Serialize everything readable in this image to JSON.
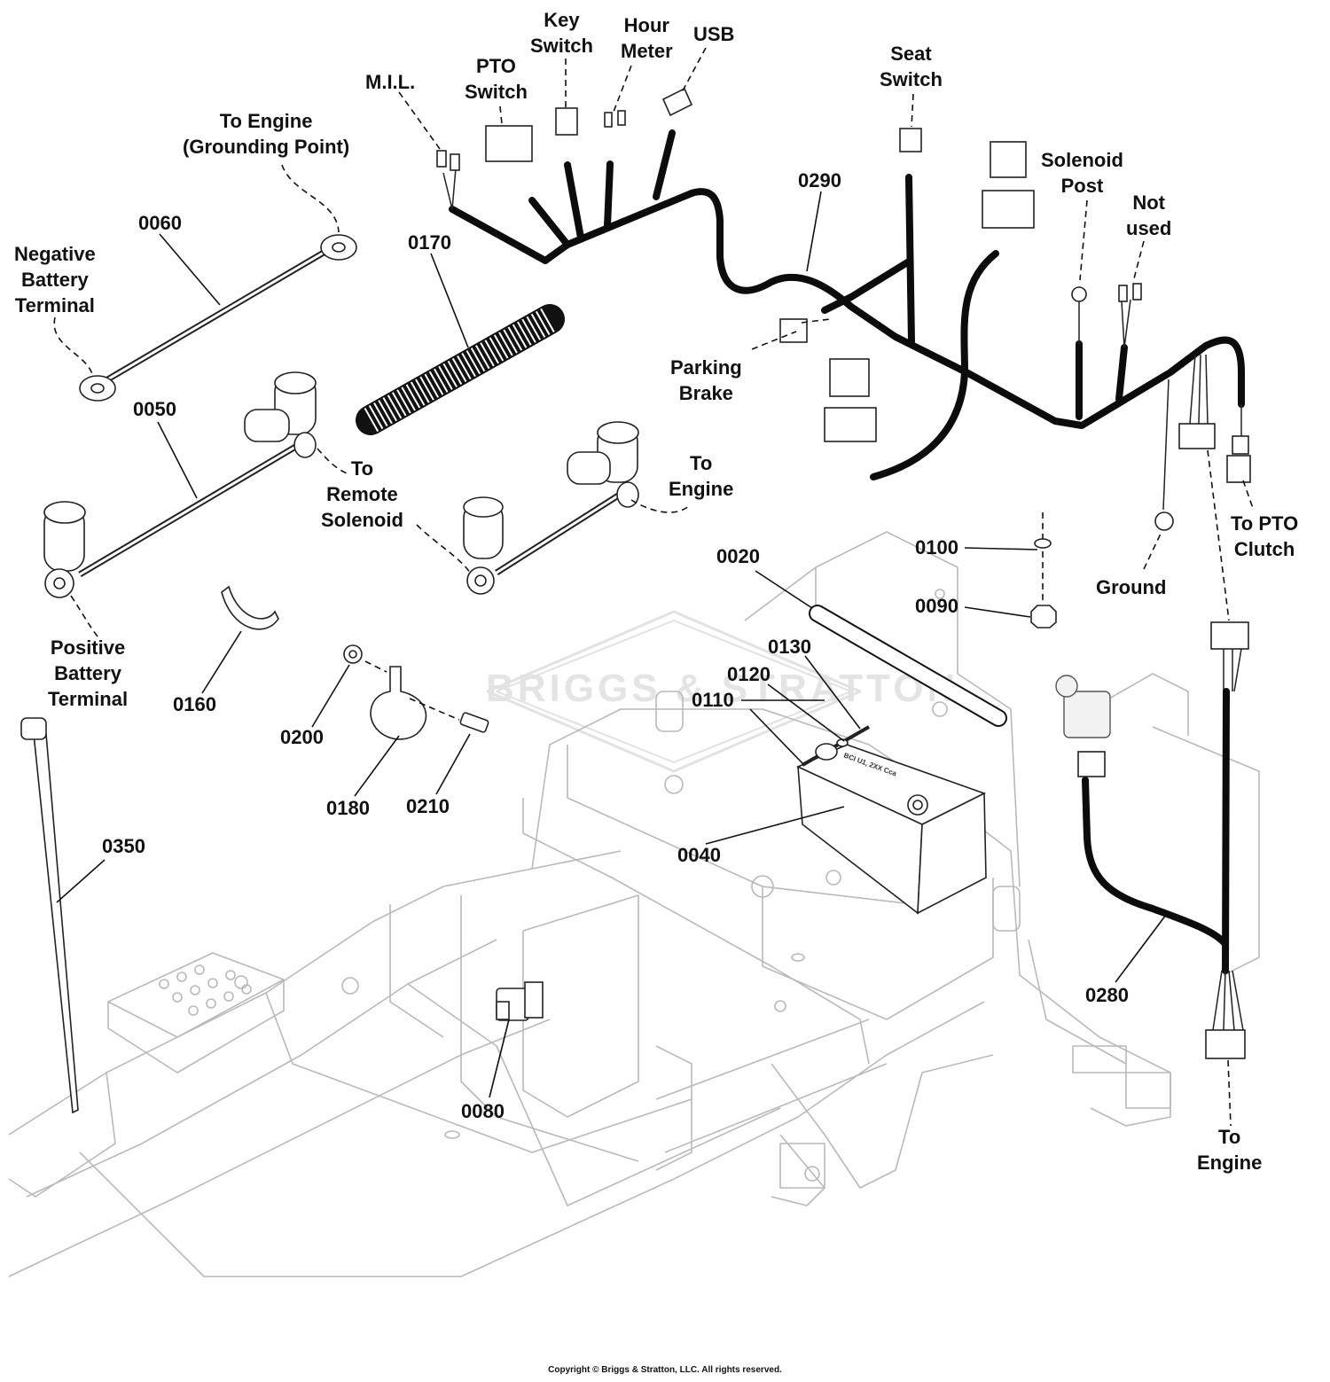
{
  "labels": {
    "mil": "M.I.L.",
    "pto_switch": "PTO\nSwitch",
    "key_switch": "Key\nSwitch",
    "hour_meter": "Hour\nMeter",
    "usb": "USB",
    "seat_switch": "Seat\nSwitch",
    "to_engine_ground": "To Engine\n(Grounding Point)",
    "negative_battery": "Negative\nBattery\nTerminal",
    "solenoid_post": "Solenoid\nPost",
    "not_used": "Not\nused",
    "parking_brake": "Parking\nBrake",
    "to_remote_solenoid": "To\nRemote\nSolenoid",
    "to_engine_cable": "To\nEngine",
    "to_pto_clutch": "To PTO\nClutch",
    "ground": "Ground",
    "positive_battery": "Positive\nBattery\nTerminal",
    "to_engine_harness": "To\nEngine"
  },
  "part_numbers": {
    "p0060": "0060",
    "p0170": "0170",
    "p0290": "0290",
    "p0050": "0050",
    "p0020": "0020",
    "p0100": "0100",
    "p0090": "0090",
    "p0130": "0130",
    "p0120": "0120",
    "p0110": "0110",
    "p0160": "0160",
    "p0200": "0200",
    "p0180": "0180",
    "p0210": "0210",
    "p0040": "0040",
    "p0350": "0350",
    "p0280": "0280",
    "p0080": "0080"
  },
  "watermark": "BRIGGS & STRATTON",
  "battery_label": "BCI U1, 2XX Cca",
  "copyright": "Copyright © Briggs & Stratton, LLC. All rights reserved."
}
